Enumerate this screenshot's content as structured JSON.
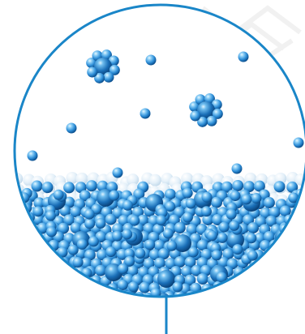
{
  "illustration": {
    "subject": "molecular-spheres-in-circle",
    "colors": {
      "background": "#ffffff",
      "circle_stroke": "#1a86c8",
      "sphere_light": "#b9e6ff",
      "sphere_mid": "#3a9be0",
      "sphere_dark": "#0a4f8c",
      "pale_sphere": "#e2eef7",
      "watermark": "#ececec"
    },
    "elements": [
      "molecule-cluster-left",
      "molecule-cluster-right",
      "free-particles",
      "particle-bed",
      "stem-line"
    ]
  }
}
